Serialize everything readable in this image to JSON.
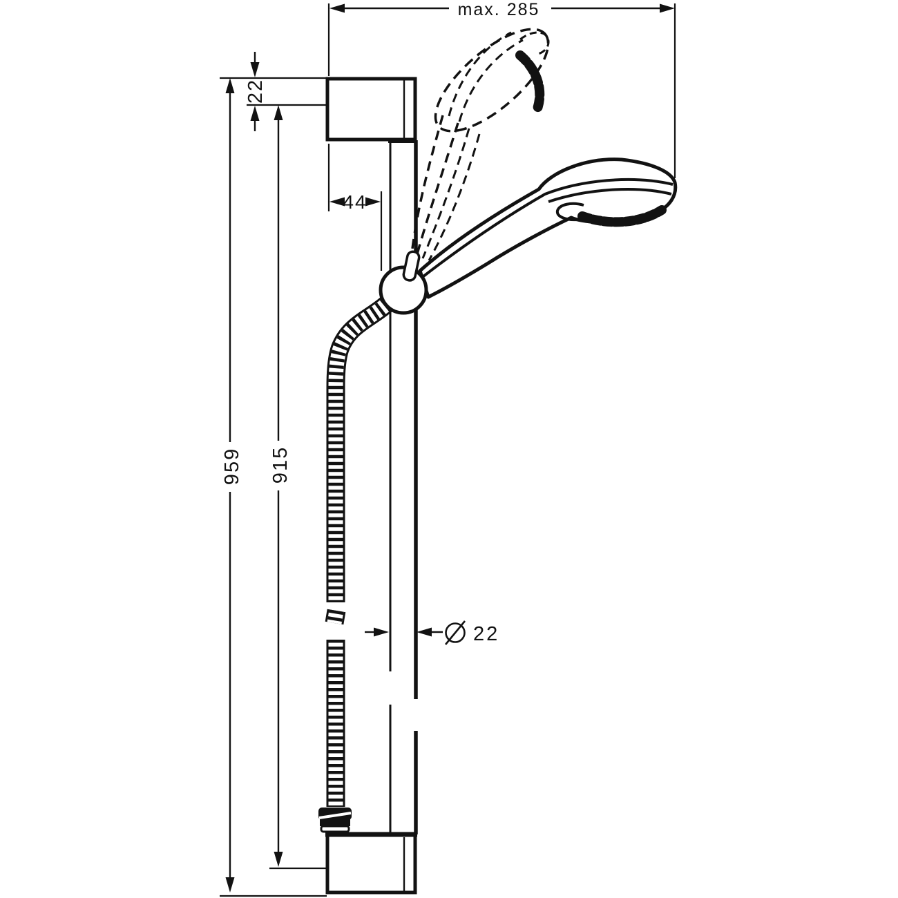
{
  "drawing": {
    "kind": "shower-slide-bar-dimension-drawing",
    "colors": {
      "ink": "#121212",
      "paper": "#ffffff"
    },
    "dimensions": {
      "max_reach": {
        "label": "max. 285"
      },
      "top_offset": {
        "label": "22"
      },
      "wall_distance": {
        "label": "44"
      },
      "overall_height": {
        "label": "959"
      },
      "bar_height": {
        "label": "915"
      },
      "bar_diameter": {
        "symbol": "Ø",
        "value": "22"
      }
    }
  }
}
